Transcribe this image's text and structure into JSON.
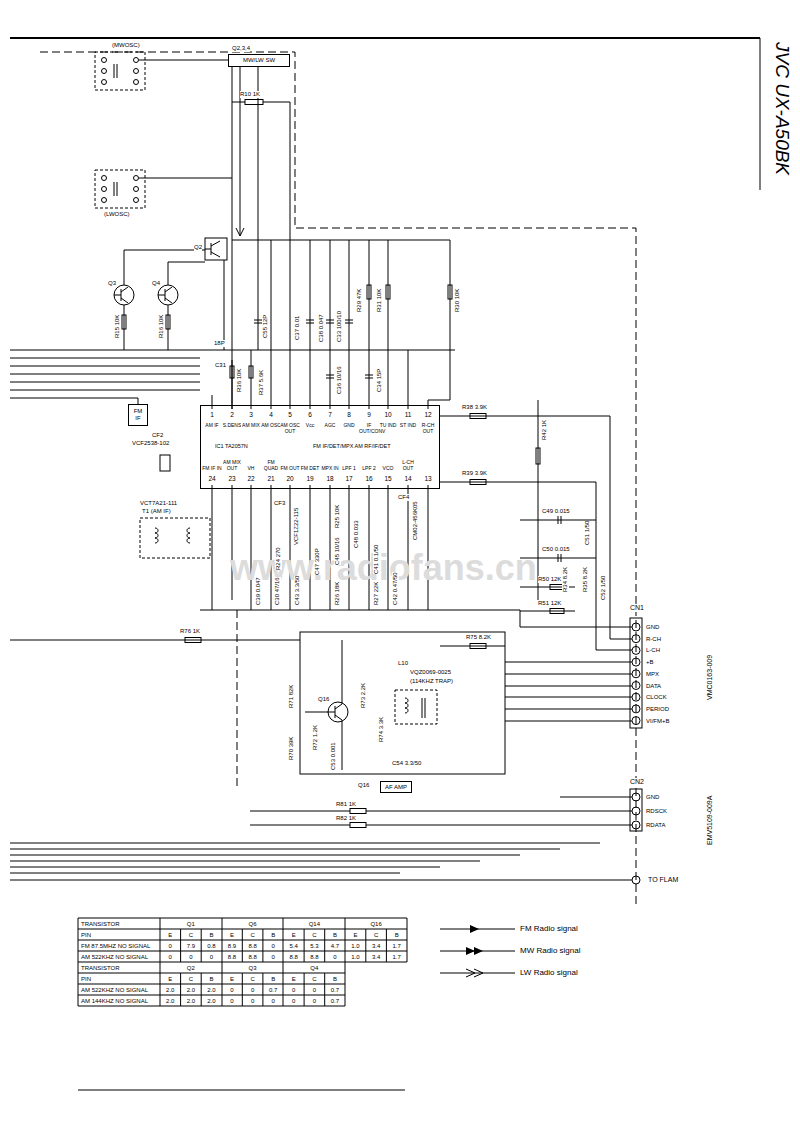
{
  "diagram": {
    "nodes": [
      {
        "text": [
          "MW/LW SW"
        ]
      },
      {
        "text": [
          "FM IF"
        ]
      },
      {
        "text": [
          "IC1 TA2057N",
          "FM IF/DET/MPX AM RF/IF/DET"
        ]
      },
      {
        "text": [
          "AF AMP"
        ]
      }
    ],
    "labels": [
      "www.radiofans.cn",
      "JVC UX-A50BK",
      "(MWOSC)",
      "Q2,3,4",
      "R10 1K",
      "(LWOSC)",
      "Q3",
      "Q4",
      "Q2",
      "R15 10K",
      "R16 10K",
      "C55 12P",
      "C37 0.01",
      "C38 0.047",
      "C33 100/10",
      "R29 47K",
      "R31 10K",
      "R30 10K",
      "18P",
      "C31",
      "R36 10K",
      "R37 5.6K",
      "C36 10/16",
      "C34 15P",
      "R38 3.9K",
      "R42 1K",
      "CF2",
      "VCF2538-102",
      "R39 3.9K",
      "CF4",
      "CM02-456K05",
      "C49 0.015",
      "C50 0.015",
      "C51 1/50",
      "R34 8.2K",
      "R35 8.2K",
      "C52 1/50",
      "R50 12K",
      "R51 12K",
      "VCT7A21-111",
      "T1 (AM IF)",
      "CF3",
      "VCF1Z22-115",
      "C39 0.047",
      "C30 47/16",
      "R24 270",
      "C43 3.3/50",
      "C47 330P",
      "R25 10K",
      "C45 10/16",
      "R26 18K",
      "C48 0.033",
      "R27 22K",
      "C41 0.1/50",
      "C42 0.47/50",
      "CN1",
      "VMC0163-009",
      "R76 1K",
      "R75 8.2K",
      "R71 82K",
      "Q16",
      "R73 2.2K",
      "L10",
      "VQZ0069-0025",
      "(114KHZ TRAP)",
      "R70 39K",
      "R72 1.2K",
      "C53 0.001",
      "R74 3.3K",
      "C54 3.3/50",
      "Q16",
      "CN2",
      "EMV5109-009A",
      "R81 1K",
      "R82 1K",
      "TO FLAM",
      "1",
      "2",
      "3",
      "4",
      "5",
      "6",
      "7",
      "8",
      "9",
      "10",
      "11",
      "12",
      "24",
      "23",
      "22",
      "21",
      "20",
      "19",
      "18",
      "17",
      "16",
      "15",
      "14",
      "13",
      "AM IF",
      "S.DENS",
      "AM MIX",
      "AM OSC",
      "AM OSC OUT",
      "Vcc",
      "AGC",
      "GND",
      "IF OUT/CONV",
      "TU IND",
      "ST IND",
      "R-CH OUT",
      "FM IF IN",
      "AM MIX OUT",
      "VH",
      "FM QUAD",
      "FM OUT",
      "FM DET",
      "MPX IN",
      "LPF 1",
      "LPF 2",
      "VCO",
      "L-CH OUT",
      "GND",
      "R-CH",
      "L-CH",
      "+B",
      "MPX",
      "DATA",
      "CLOCK",
      "PERIOD",
      "VI/FM+B",
      "GND",
      "RDSCK",
      "RDATA",
      "TRANSISTOR",
      "Q1",
      "Q6",
      "Q14",
      "Q16",
      "PIN",
      "E",
      "C",
      "B",
      "E",
      "C",
      "B",
      "E",
      "C",
      "B",
      "E",
      "C",
      "B",
      "FM 87.5MHZ NO SIGNAL",
      "0",
      "7.9",
      "0.8",
      "8.9",
      "8.8",
      "0",
      "5.4",
      "5.3",
      "4.7",
      "1.0",
      "3.4",
      "1.7",
      "AM 522KHZ NO SIGNAL",
      "0",
      "0",
      "0",
      "8.8",
      "8.8",
      "0",
      "8.8",
      "8.8",
      "0",
      "1.0",
      "3.4",
      "1.7",
      "TRANSISTOR",
      "Q2",
      "Q3",
      "Q4",
      "PIN",
      "E",
      "C",
      "B",
      "E",
      "C",
      "B",
      "E",
      "C",
      "B",
      "AM 522KHZ NO SIGNAL",
      "2.0",
      "2.0",
      "2.0",
      "0",
      "0",
      "0.7",
      "0",
      "0",
      "0.7",
      "AM 144KHZ NO SIGNAL",
      "2.0",
      "2.0",
      "2.0",
      "0",
      "0",
      "0",
      "0",
      "0",
      "0.7"
    ],
    "legend": [
      {
        "text": "FM Radio signal"
      },
      {
        "text": "MW Radio signal"
      },
      {
        "text": "LW Radio signal"
      }
    ]
  }
}
